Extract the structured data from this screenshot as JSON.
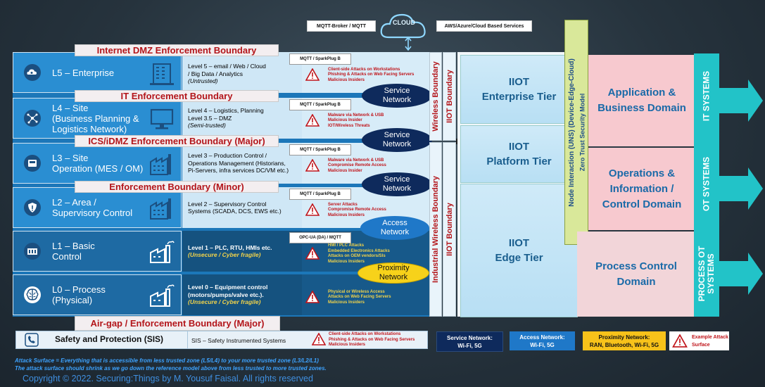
{
  "top": {
    "mqtt_tag": "MQTT-Broker / MQTT",
    "cloud_label": "CLOUD",
    "aws_tag": "AWS/Azure/Cloud Based Services"
  },
  "boundaries": {
    "internet_dmz": "Internet DMZ Enforcement Boundary",
    "it": "IT Enforcement Boundary",
    "ics_idmz": "ICS/iDMZ Enforcement Boundary (Major)",
    "minor": "Enforcement Boundary (Minor)",
    "airgap": "Air-gap / Enforcement Boundary (Major)"
  },
  "levels": [
    {
      "title": "L5 – Enterprise",
      "icon": "cloud-gear-icon",
      "building": "office-building-icon",
      "desc": [
        "Level 5 – email / Web / Cloud",
        "/ Big Data / Analytics"
      ],
      "note": "(Untrusted)",
      "proto": "MQTT / SparkPlug B",
      "attacks": [
        "Client-side Attacks on Workstations",
        "Phishing & Attacks on Web Facing Servers",
        "Malicious Insiders"
      ]
    },
    {
      "title": "L4 – Site (Business Planning & Logistics Network)",
      "title_lines": [
        "L4 – Site",
        "(Business Planning &",
        "Logistics Network)"
      ],
      "icon": "network-nodes-icon",
      "building": "computer-monitor-icon",
      "desc": [
        "Level 4 – Logistics, Planning",
        " Level 3.5 – DMZ"
      ],
      "note": "(Semi-trusted)",
      "proto": "MQTT / SparkPlug B",
      "attacks": [
        "Malware via Network & USB",
        "Malicious Insider",
        "IOT/Wireless Threats"
      ]
    },
    {
      "title_lines": [
        "L3 – Site",
        "Operation (MES / OM)"
      ],
      "icon": "server-icon",
      "building": "factory-icon",
      "desc": [
        "Level 3 – Production Control /",
        "Operations Management (Historians,",
        "Pi-Servers, infra services DC/VM etc.)"
      ],
      "note": "",
      "proto": "MQTT / SparkPlug B",
      "attacks": [
        "Malware via Network & USB",
        "Compromise Remote Access",
        "Malicious Insider"
      ]
    },
    {
      "title_lines": [
        "L2 – Area /",
        "Supervisory Control"
      ],
      "icon": "shield-icon",
      "building": "factory-icon",
      "desc": [
        "Level 2 – Supervisory Control",
        "Systems (SCADA, DCS, EWS etc.)"
      ],
      "note": "",
      "proto": "MQTT / SparkPlug B",
      "attacks": [
        "Server Attacks",
        "Compromise Remote Access",
        "Malicious Insiders"
      ]
    },
    {
      "title_lines": [
        "L1 – Basic",
        "Control"
      ],
      "icon": "plc-icon",
      "building": "factory-chimney-icon",
      "desc": [
        "Level 1 – PLC, RTU, HMIs etc."
      ],
      "note": "(Unsecure / Cyber fragile)",
      "proto": "OPC-UA (DA) / MQTT",
      "attacks": [
        "HMI / PLC Attacks",
        "Embedded Electronics Attacks",
        "Attacks on OEM vendors/SIs",
        "Malicious Insiders"
      ]
    },
    {
      "title_lines": [
        "L0 – Process",
        "(Physical)"
      ],
      "icon": "brain-icon",
      "building": "factory-chimney-icon",
      "desc": [
        "Level 0 – Equipment control",
        "(motors/pumps/valve etc.)."
      ],
      "note": "(Unsecure / Cyber fragile)",
      "proto": "",
      "attacks": [
        "Physical or Wireless Access",
        "Attacks on Web Facing Servers",
        "Malicious Insiders"
      ]
    }
  ],
  "networks": [
    {
      "label_lines": [
        "Service",
        "Network"
      ],
      "kind": "service"
    },
    {
      "label_lines": [
        "Service",
        "Network"
      ],
      "kind": "service"
    },
    {
      "label_lines": [
        "Service",
        "Network"
      ],
      "kind": "service"
    },
    {
      "label_lines": [
        "Access",
        "Network"
      ],
      "kind": "access"
    },
    {
      "label_lines": [
        "Proximity",
        "Network"
      ],
      "kind": "proximity"
    }
  ],
  "vertical_labels": {
    "wireless": "Wireless Boundary",
    "iiot_top": "IIOT Boundary",
    "industrial_wireless": "Industrial Wireless Boundary",
    "iiot_bottom": "IIOT Boundary",
    "node_interaction": "Node Interaction (UNS) (Device-Edge-Cloud)",
    "zero_trust": "Zero Trust Security Model"
  },
  "tiers": [
    {
      "lines": [
        "IIOT",
        "Enterprise Tier"
      ]
    },
    {
      "lines": [
        "IIOT",
        "Platform Tier"
      ]
    },
    {
      "lines": [
        "IIOT",
        "Edge Tier"
      ]
    }
  ],
  "domains": [
    {
      "lines": [
        "Application &",
        "Business Domain"
      ]
    },
    {
      "lines": [
        "Operations &",
        "Information /",
        "Control Domain"
      ]
    },
    {
      "lines": [
        "Process Control",
        "Domain"
      ]
    }
  ],
  "systems": [
    {
      "lines": [
        "IT SYSTEMS"
      ]
    },
    {
      "lines": [
        "OT SYSTEMS"
      ]
    },
    {
      "lines": [
        "PROCESS OT",
        "SYSTEMS"
      ]
    }
  ],
  "sis": {
    "title": "Safety and Protection (SIS)",
    "icon": "safety-phone-icon",
    "desc": "SIS – Safety Instrumented Systems",
    "attacks": [
      "Client-side Attacks on Workstations",
      "Phishing & Attacks on Web Facing Servers",
      "Malicious Insiders"
    ]
  },
  "legend": {
    "service": [
      "Service Network:",
      "Wi-Fi, 5G"
    ],
    "access": [
      "Access Network:",
      "Wi-Fi, 5G"
    ],
    "proximity": [
      "Proximity Network:",
      "RAN, Bluetooth, Wi-Fi, 5G"
    ],
    "example": [
      "Example Attack",
      "Surface"
    ]
  },
  "footnote": {
    "line1": "Attack Surface = Everything that is accessible from  less trusted zone (L5/L4) to your more trusted zone (L3/L2/L1)",
    "line2": "The attack surface should shrink as we go down the reference model above from less trusted to more trusted zones.",
    "copyright": "Copyright © 2022. Securing:Things by M. Yousuf Faisal. All rights reserved"
  },
  "colors": {
    "level_blue": "#2e8fd0",
    "level_blue_dark": "#1e6fab",
    "boundary_red": "#b3151a",
    "tier_blue": "#cfeaf8",
    "domain_pink": "#f7c9cf",
    "system_cyan": "#1fc4c9"
  }
}
